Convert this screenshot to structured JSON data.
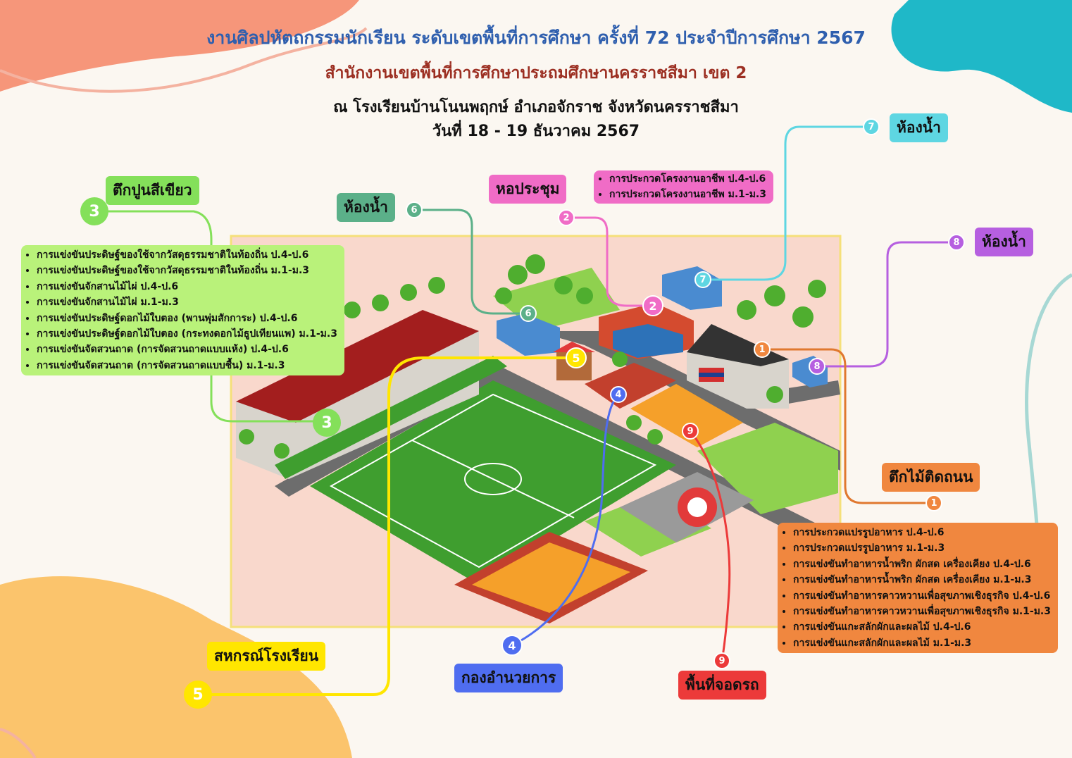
{
  "header": {
    "line1": "งานศิลปหัตถกรรมนักเรียน ระดับเขตพื้นที่การศึกษา ครั้งที่ 72 ประจำปีการศึกษา 2567",
    "line2": "สำนักงานเขตพื้นที่การศึกษาประถมศึกษานครราชสีมา เขต 2",
    "line3": "ณ โรงเรียนบ้านโนนพฤกษ์ อำเภอจักราช จังหวัดนครราชสีมา",
    "line4": "วันที่ 18 - 19 ธันวาคม 2567"
  },
  "locations": {
    "loc1": {
      "number": "1",
      "name": "ตึกไม้ติดถนน",
      "color": "#f0873f",
      "events": [
        "การประกวดแปรรูปอาหาร ป.4-ป.6",
        "การประกวดแปรรูปอาหาร ม.1-ม.3",
        "การแข่งขันทำอาหารน้ำพริก ผักสด เครื่องเคียง ป.4-ป.6",
        "การแข่งขันทำอาหารน้ำพริก ผักสด เครื่องเคียง ม.1-ม.3",
        "การแข่งขันทำอาหารคาวหวานเพื่อสุขภาพเชิงธุรกิจ ป.4-ป.6",
        "การแข่งขันทำอาหารคาวหวานเพื่อสุขภาพเชิงธุรกิจ ม.1-ม.3",
        "การแข่งขันแกะสลักผักและผลไม้ ป.4-ป.6",
        "การแข่งขันแกะสลักผักและผลไม้ ม.1-ม.3"
      ]
    },
    "loc2": {
      "number": "2",
      "name": "หอประชุม",
      "color": "#f06cc6",
      "events": [
        "การประกวดโครงงานอาชีพ ป.4-ป.6",
        "การประกวดโครงงานอาชีพ ม.1-ม.3"
      ]
    },
    "loc3": {
      "number": "3",
      "name": "ตึกปูนสีเขียว",
      "color": "#84e05a",
      "events": [
        "การแข่งขันประดิษฐ์ของใช้จากวัสดุธรรมชาติในท้องถิ่น ป.4-ป.6",
        "การแข่งขันประดิษฐ์ของใช้จากวัสดุธรรมชาติในท้องถิ่น ม.1-ม.3",
        "การแข่งขันจักสานไม้ไผ่ ป.4-ป.6",
        "การแข่งขันจักสานไม้ไผ่ ม.1-ม.3",
        "การแข่งขันประดิษฐ์ดอกไม้ใบตอง (พานพุ่มสักการะ) ป.4-ป.6",
        "การแข่งขันประดิษฐ์ดอกไม้ใบตอง (กระทงดอกไม้ธูปเทียนแพ) ม.1-ม.3",
        "การแข่งขันจัดสวนถาด (การจัดสวนถาดแบบแห้ง) ป.4-ป.6",
        "การแข่งขันจัดสวนถาด (การจัดสวนถาดแบบชื้น) ม.1-ม.3"
      ]
    },
    "loc4": {
      "number": "4",
      "name": "กองอำนวยการ",
      "color": "#4f6df0"
    },
    "loc5": {
      "number": "5",
      "name": "สหกรณ์โรงเรียน",
      "color": "#ffe600"
    },
    "loc6": {
      "number": "6",
      "name": "ห้องน้ำ",
      "color": "#5bb089"
    },
    "loc7": {
      "number": "7",
      "name": "ห้องน้ำ",
      "color": "#5ed6e2"
    },
    "loc8": {
      "number": "8",
      "name": "ห้องน้ำ",
      "color": "#b65fe0"
    },
    "loc9": {
      "number": "9",
      "name": "พื้นที่จอดรถ",
      "color": "#ec3a3a"
    }
  }
}
